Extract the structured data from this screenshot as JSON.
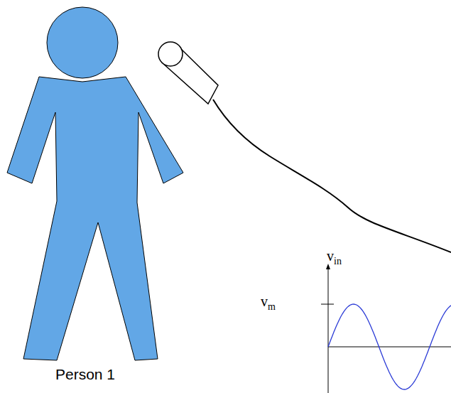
{
  "diagram": {
    "labels": [
      "Person 1",
      "v",
      "in",
      "v",
      "m"
    ]
  }
}
